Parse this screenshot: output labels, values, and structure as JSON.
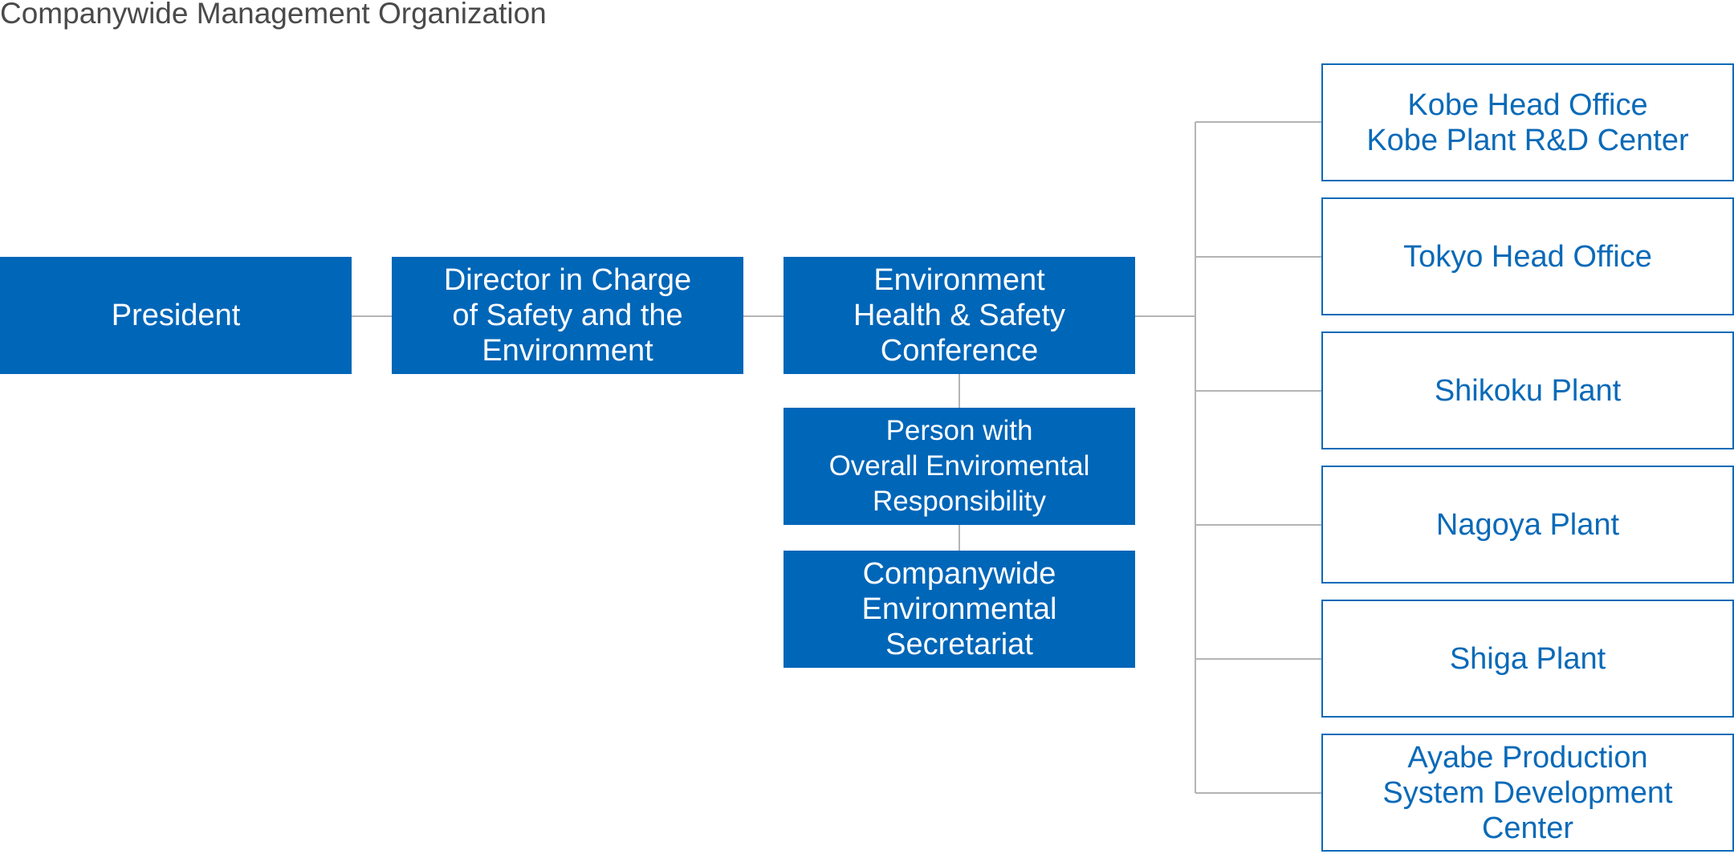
{
  "page_title": "Companywide Management Organization",
  "colors": {
    "primary_blue": "#0066b8",
    "outline_blue": "#0a6ab8",
    "connector_gray": "#b4b4b4",
    "title_gray": "#4a4a4a"
  },
  "chain": {
    "president": "President",
    "director": "Director in Charge\nof Safety and the\nEnvironment",
    "conference": "Environment\nHealth  & Safety\nConference",
    "responsible_person": "Person with\nOverall Enviromental\nResponsibility",
    "secretariat": "Companywide\nEnvironmental\nSecretariat"
  },
  "sites": [
    "Kobe Head Office\nKobe Plant R&D Center",
    "Tokyo Head Office",
    "Shikoku Plant",
    "Nagoya Plant",
    "Shiga Plant",
    "Ayabe Production\nSystem Development\nCenter"
  ]
}
